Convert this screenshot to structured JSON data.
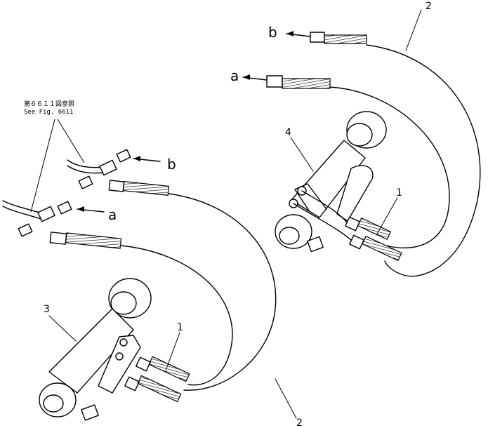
{
  "reference_note": {
    "jp": "第６６１１図参照",
    "en": "See Fig. 6611"
  },
  "labels": {
    "left_a": "a",
    "left_b": "b",
    "right_a": "a",
    "right_b": "b"
  },
  "callouts": {
    "left_cylinder": "3",
    "right_cylinder": "4",
    "left_fitting": "1",
    "right_fitting": "1",
    "left_hose": "2",
    "right_hose": "2"
  }
}
